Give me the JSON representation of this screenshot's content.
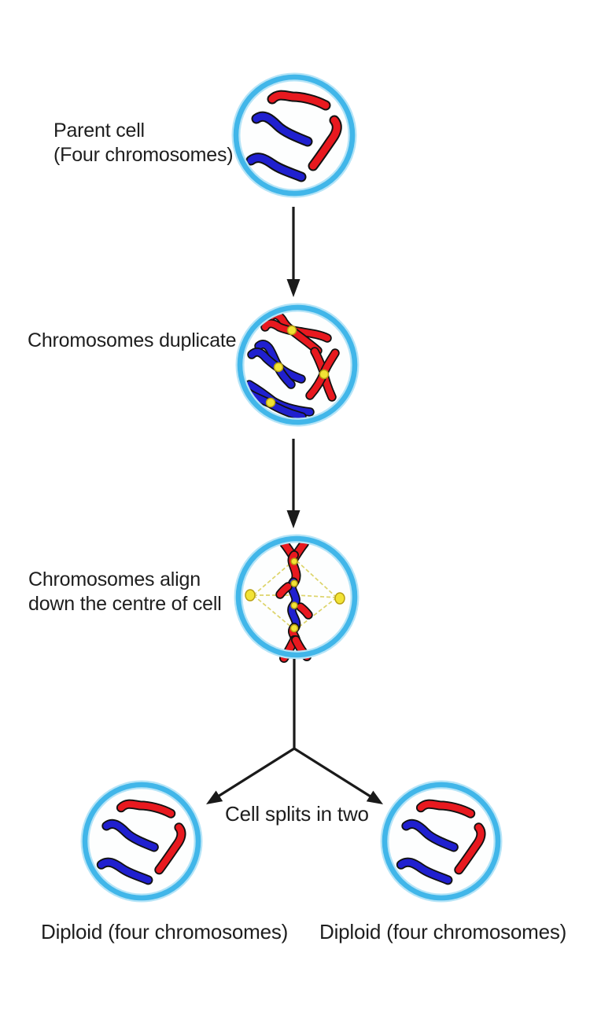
{
  "labels": {
    "parent_line1": "Parent cell",
    "parent_line2": "(Four chromosomes)",
    "duplicate": "Chromosomes duplicate",
    "align_line1": "Chromosomes align",
    "align_line2": "down the centre of cell",
    "split": "Cell splits in two",
    "diploid_left": "Diploid (four chromosomes)",
    "diploid_right": "Diploid (four chromosomes)"
  },
  "colors": {
    "background": "#ffffff",
    "text": "#1e1e1e",
    "membrane": "#41b6e9",
    "membrane-light": "#b5e4f7",
    "chromosome-red": "#e8191f",
    "chromosome-blue": "#2020cf",
    "outline": "#111111",
    "centromere": "#f2e335",
    "centromere-outline": "#b8a012",
    "spindle": "#ddd46a",
    "arrow": "#1a1a1a"
  }
}
